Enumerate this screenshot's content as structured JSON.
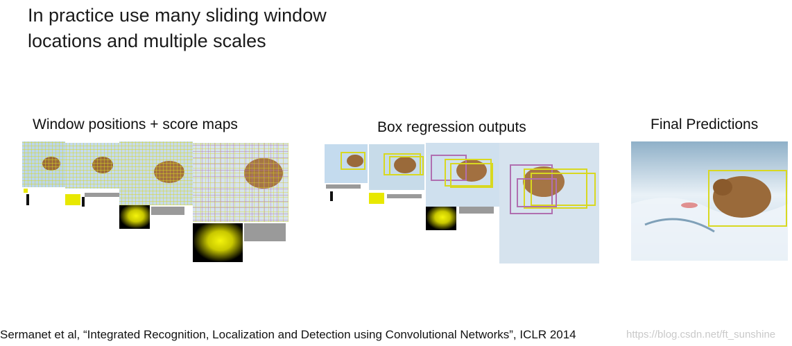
{
  "slide": {
    "title_lines": [
      "In practice use many sliding window",
      "locations and multiple scales"
    ],
    "panels": [
      {
        "caption": "Window positions + score maps"
      },
      {
        "caption": "Box regression outputs"
      },
      {
        "caption": "Final Predictions"
      }
    ],
    "citation": "Sermanet et al, “Integrated Recognition, Localization and Detection using Convolutional Networks”, ICLR 2014",
    "watermark": "https://blog.csdn.net/ft_sunshine"
  },
  "colors": {
    "box_yellow": "#d8d820",
    "box_purple": "#b06fb0",
    "heat_yellow": "#f4f40c",
    "water": "#bcd6ea",
    "bear": "#9a6a3a"
  }
}
